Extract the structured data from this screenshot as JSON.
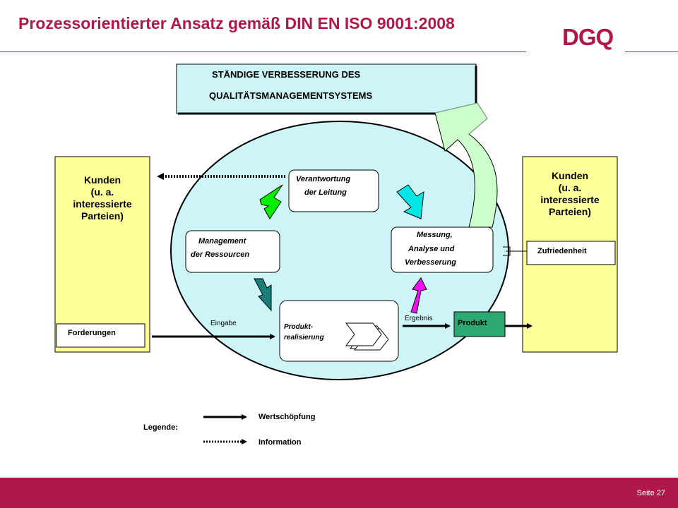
{
  "title": "Prozessorientierter Ansatz gemäß DIN EN ISO 9001:2008",
  "logo": {
    "text": "DGQ"
  },
  "improvement": {
    "line1": "STÄNDIGE VERBESSERUNG DES",
    "line2": "QUALITÄTSMANAGEMENTSYSTEMS"
  },
  "customers_left": {
    "line1": "Kunden",
    "line2": "(u. a.",
    "line3": "interessierte",
    "line4": "Parteien)",
    "box_label": "Forderungen"
  },
  "customers_right": {
    "line1": "Kunden",
    "line2": "(u. a.",
    "line3": "interessierte",
    "line4": "Parteien)",
    "box_label": "Zufriedenheit"
  },
  "processes": {
    "leadership": {
      "line1": "Verantwortung",
      "line2": "der   Leitung"
    },
    "resources": {
      "line1": "Management",
      "line2": "der  Ressourcen"
    },
    "realization": {
      "line1": "Produkt-",
      "line2": "realisierung"
    },
    "measurement": {
      "line1": "Messung,",
      "line2": "Analyse     und",
      "line3": "Verbesserung"
    }
  },
  "labels": {
    "input": "Eingabe",
    "output": "Ergebnis",
    "product": "Produkt"
  },
  "legend": {
    "title": "Legende:",
    "value_chain": "Wertschöpfung",
    "information": "Information"
  },
  "footer": {
    "page": "Seite 27"
  },
  "colors": {
    "brand": "#b0184a",
    "light_blue": "#cdf4f6",
    "yellow": "#ffff99",
    "product_green": "#2ea873",
    "arrow_green": "#00ee00",
    "arrow_cyan": "#00e5e5",
    "arrow_teal": "#1a7f78",
    "arrow_magenta": "#ee11ee",
    "arrow_light_green": "#ccffcc"
  }
}
